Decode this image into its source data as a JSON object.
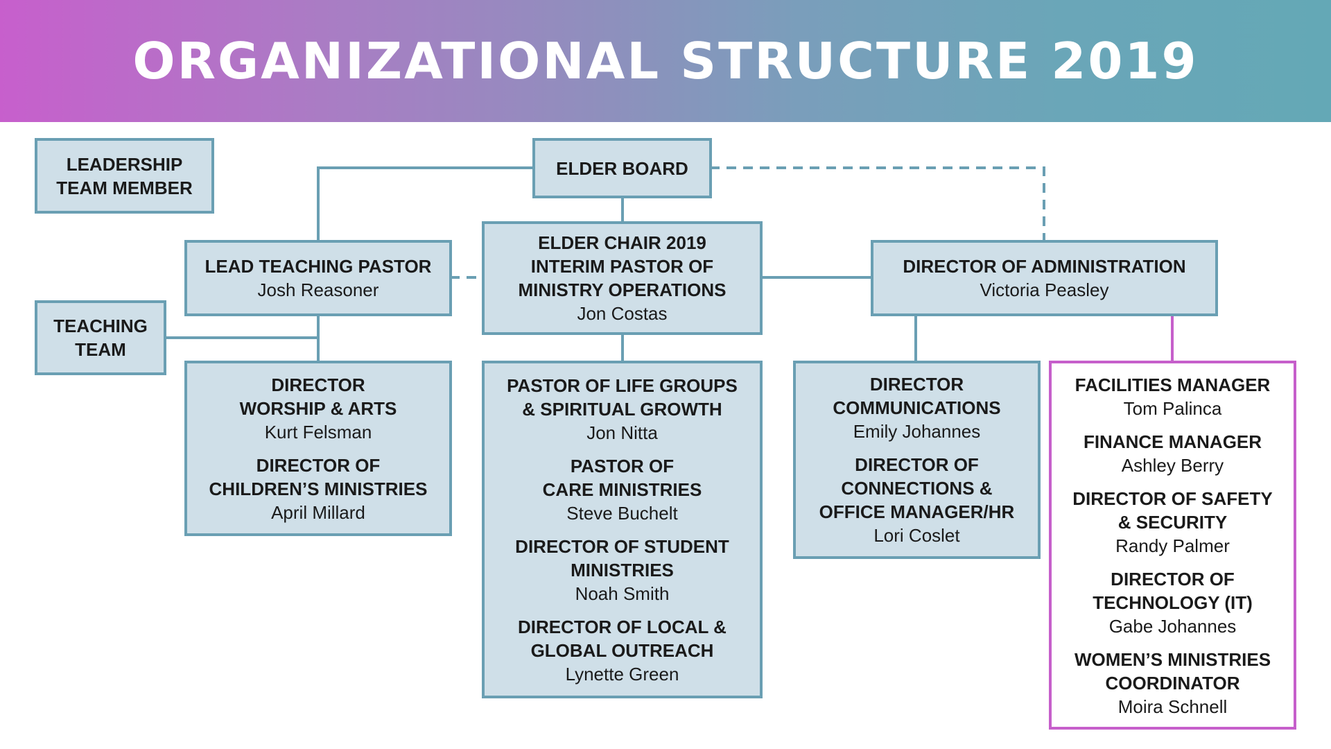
{
  "header": {
    "title": "ORGANIZATIONAL STRUCTURE 2019"
  },
  "legend": {
    "label": "LEADERSHIP\nTEAM MEMBER"
  },
  "elder_board": {
    "title": "ELDER BOARD"
  },
  "teaching_team": {
    "label": "TEACHING\nTEAM"
  },
  "lead_pastor": {
    "title": "LEAD TEACHING PASTOR",
    "name": "Josh Reasoner"
  },
  "elder_chair": {
    "title": "ELDER CHAIR 2019\nINTERIM PASTOR OF\nMINISTRY OPERATIONS",
    "name": "Jon Costas"
  },
  "director_admin": {
    "title": "DIRECTOR OF ADMINISTRATION",
    "name": "Victoria Peasley"
  },
  "worship_box": [
    {
      "title": "DIRECTOR\nWORSHIP & ARTS",
      "name": "Kurt Felsman"
    },
    {
      "title": "DIRECTOR OF\nCHILDREN’S MINISTRIES",
      "name": "April Millard"
    }
  ],
  "pastors_box": [
    {
      "title": "PASTOR OF LIFE GROUPS\n& SPIRITUAL GROWTH",
      "name": "Jon Nitta"
    },
    {
      "title": "PASTOR OF\nCARE MINISTRIES",
      "name": "Steve Buchelt"
    },
    {
      "title": "DIRECTOR OF STUDENT\nMINISTRIES",
      "name": "Noah Smith"
    },
    {
      "title": "DIRECTOR OF LOCAL &\nGLOBAL OUTREACH",
      "name": "Lynette Green"
    }
  ],
  "comms_box": [
    {
      "title": "DIRECTOR\nCOMMUNICATIONS",
      "name": "Emily Johannes"
    },
    {
      "title": "DIRECTOR OF\nCONNECTIONS &\nOFFICE MANAGER/HR",
      "name": "Lori Coslet"
    }
  ],
  "staff_box": [
    {
      "title": "FACILITIES MANAGER",
      "name": "Tom Palinca"
    },
    {
      "title": "FINANCE MANAGER",
      "name": "Ashley Berry"
    },
    {
      "title": "DIRECTOR OF SAFETY\n& SECURITY",
      "name": "Randy Palmer"
    },
    {
      "title": "DIRECTOR OF\nTECHNOLOGY (IT)",
      "name": "Gabe Johannes"
    },
    {
      "title": "WOMEN’S MINISTRIES\nCOORDINATOR",
      "name": "Moira Schnell"
    }
  ],
  "colors": {
    "box_fill": "#cfdfe8",
    "box_border": "#6a9fb3",
    "staff_border": "#c65fcb",
    "header_start": "#c75fcc",
    "header_end": "#64a8b6"
  }
}
